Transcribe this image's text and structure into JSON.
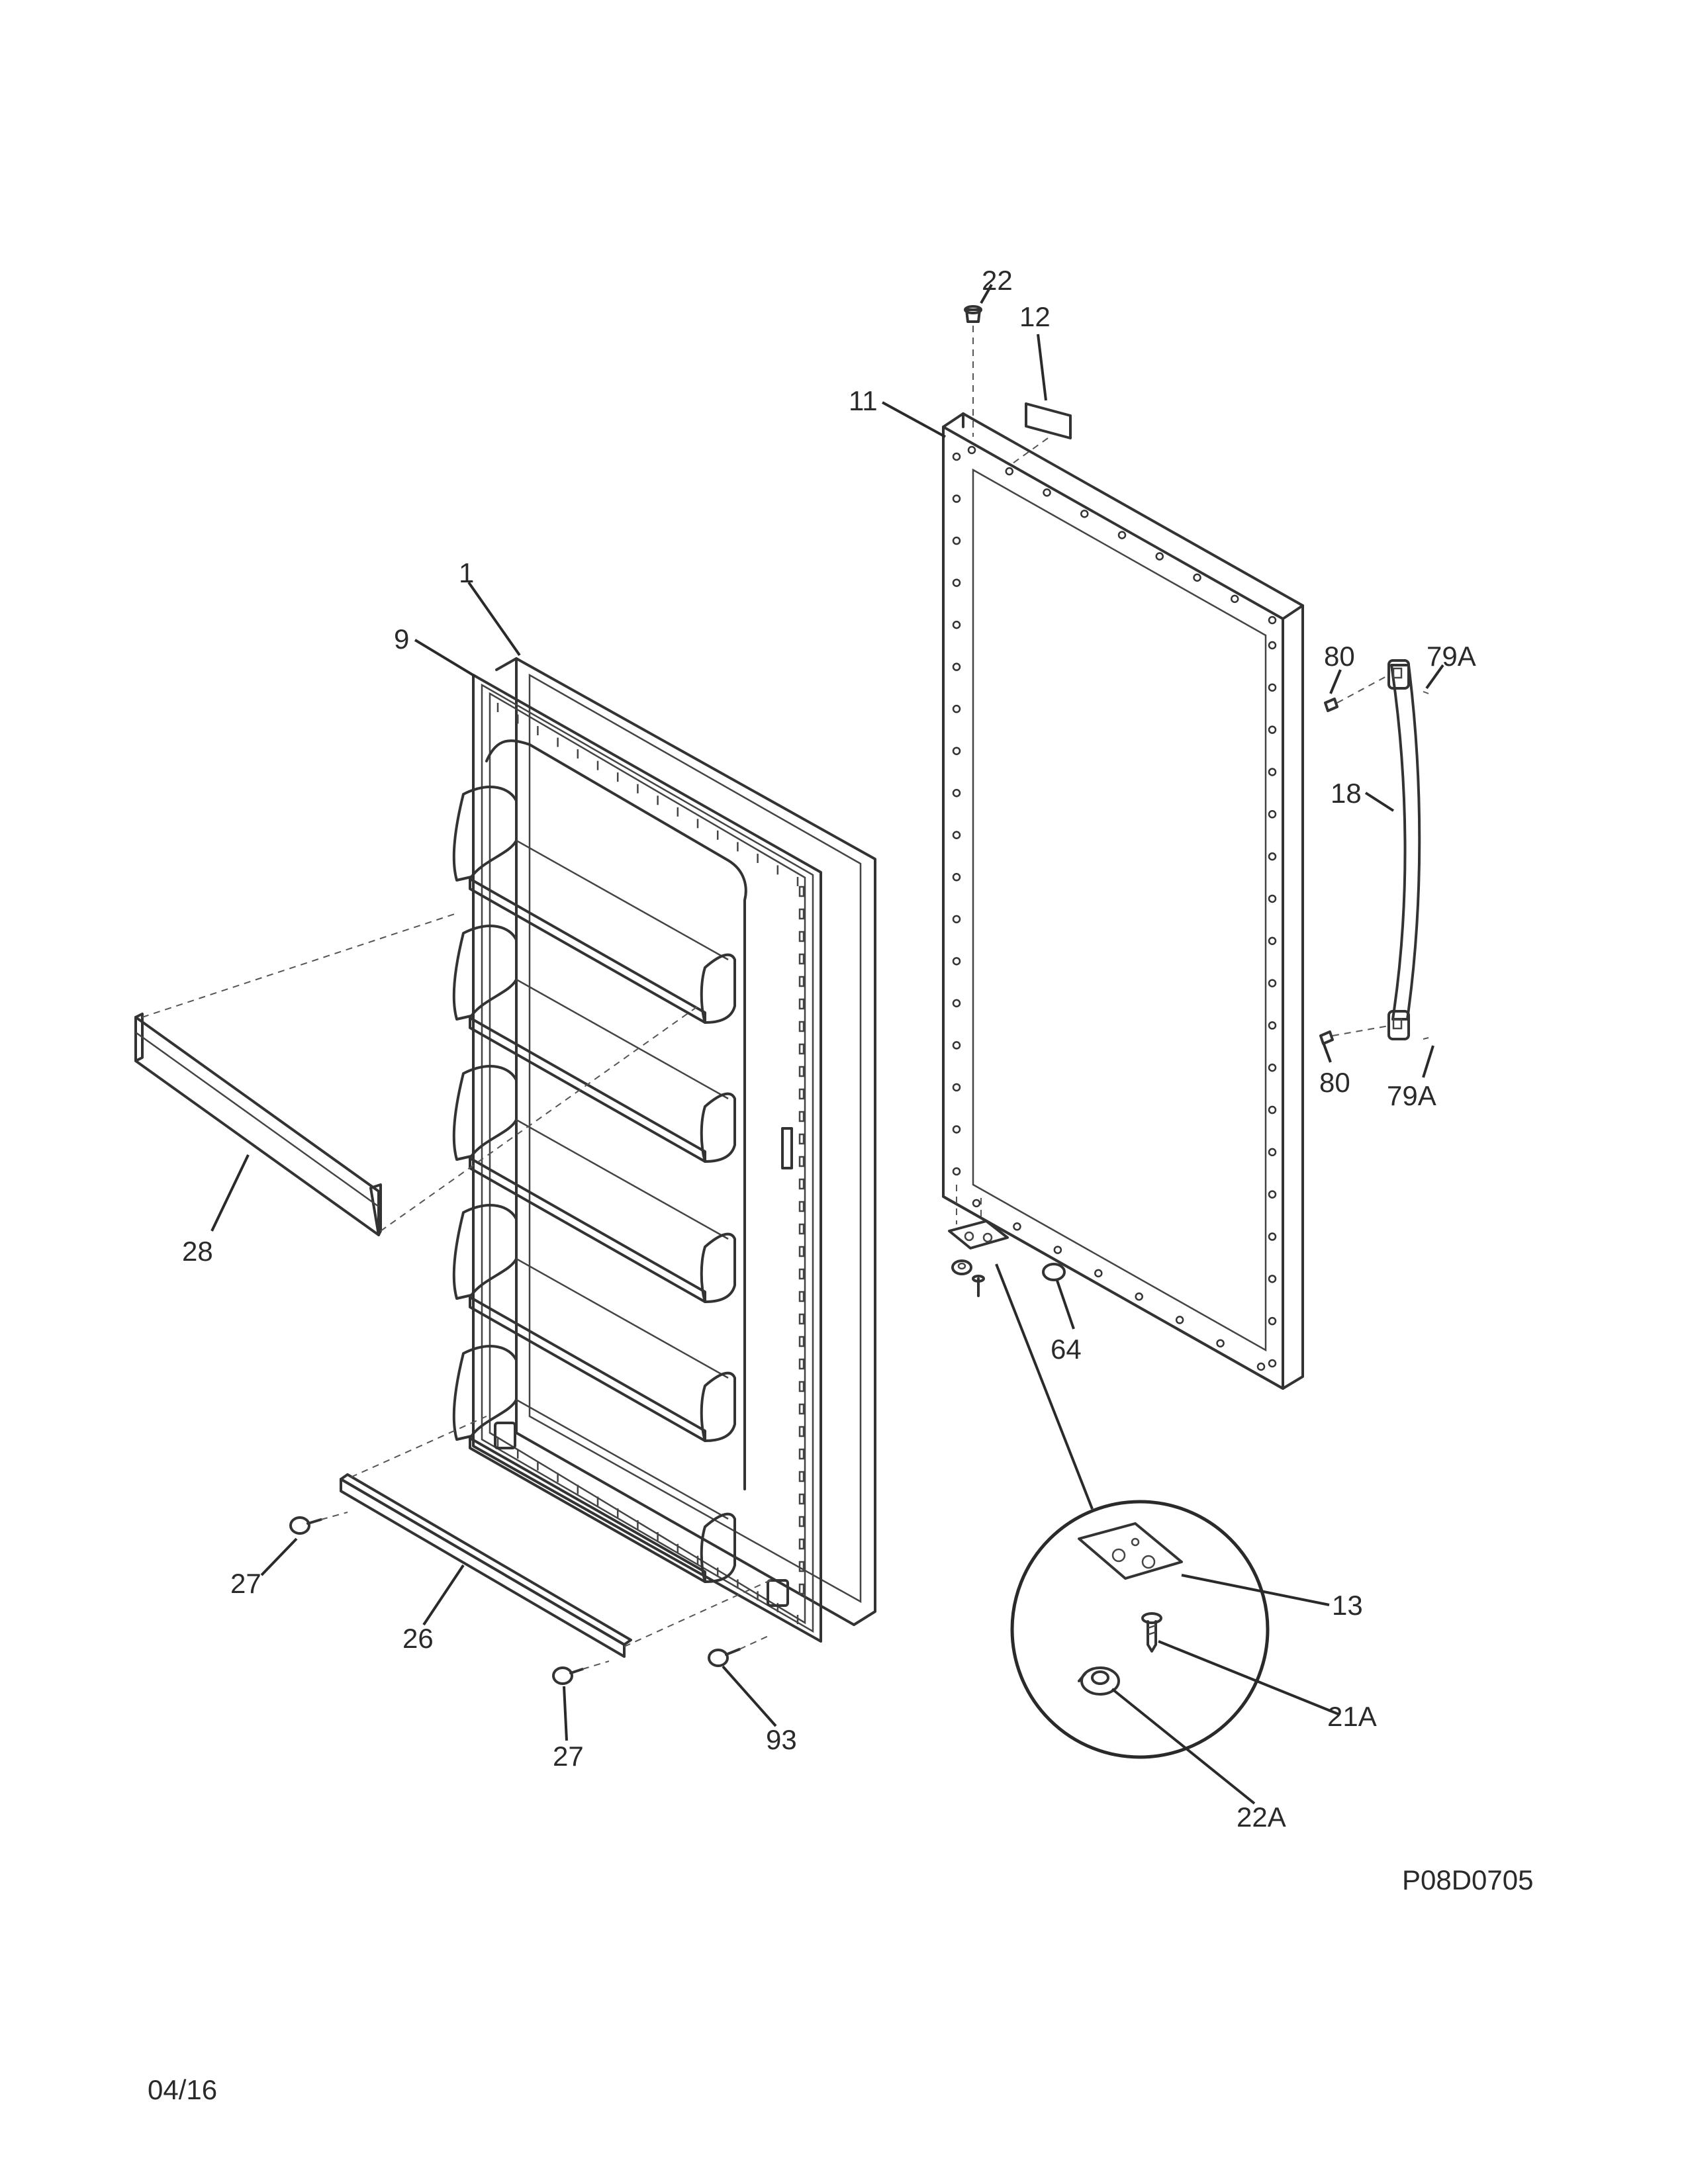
{
  "diagram": {
    "callouts": {
      "c1": "1",
      "c9": "9",
      "c11": "11",
      "c12": "12",
      "c22": "22",
      "c80_top": "80",
      "c79A_top": "79A",
      "c18": "18",
      "c80_bottom": "80",
      "c79A_bottom": "79A",
      "c28": "28",
      "c64": "64",
      "c27_left": "27",
      "c26": "26",
      "c27_bottom": "27",
      "c93": "93",
      "c13": "13",
      "c21A": "21A",
      "c22A": "22A"
    },
    "figure_code": "P08D0705",
    "revision_date": "04/16"
  }
}
